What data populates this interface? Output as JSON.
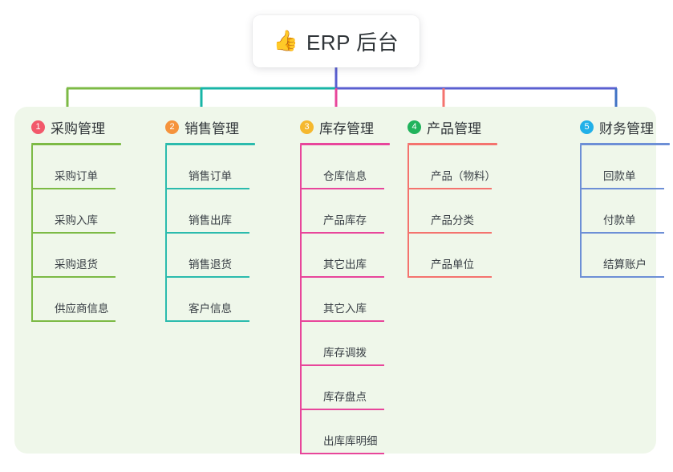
{
  "root": {
    "icon": "thumbs-up-icon",
    "icon_glyph": "👍",
    "title": "ERP 后台"
  },
  "palette": {
    "panel_bg": "#eff7ea",
    "page_bg": "#ffffff",
    "bus_left": "#7cba45",
    "bus_mid": "#17b5a6",
    "bus_right": "#5a5fd0",
    "text": "#2f3438"
  },
  "columns": [
    {
      "number": "1",
      "title": "采购管理",
      "badge_color": "#f2596b",
      "line_color": "#7cba45",
      "items": [
        {
          "label": "采购订单"
        },
        {
          "label": "采购入库"
        },
        {
          "label": "采购退货"
        },
        {
          "label": "供应商信息"
        }
      ]
    },
    {
      "number": "2",
      "title": "销售管理",
      "badge_color": "#f5933c",
      "line_color": "#2bbbad",
      "items": [
        {
          "label": "销售订单"
        },
        {
          "label": "销售出库"
        },
        {
          "label": "销售退货"
        },
        {
          "label": "客户信息"
        }
      ]
    },
    {
      "number": "3",
      "title": "库存管理",
      "badge_color": "#f5b82e",
      "line_color": "#e martinez",
      "items": [
        {
          "label": "仓库信息"
        },
        {
          "label": "产品库存"
        },
        {
          "label": "其它出库"
        },
        {
          "label": "其它入库"
        },
        {
          "label": "库存调拨"
        },
        {
          "label": "库存盘点"
        },
        {
          "label": "出库库明细"
        }
      ]
    },
    {
      "number": "4",
      "title": "产品管理",
      "badge_color": "#21b35c",
      "line_color": "#f4736e",
      "items": [
        {
          "label": "产品（物料）"
        },
        {
          "label": "产品分类"
        },
        {
          "label": "产品单位"
        }
      ]
    },
    {
      "number": "5",
      "title": "财务管理",
      "badge_color": "#21b0e8",
      "line_color": "#6d8fd6",
      "items": [
        {
          "label": "回款单"
        },
        {
          "label": "付款单"
        },
        {
          "label": "结算账户"
        }
      ]
    }
  ],
  "connectors": {
    "drop_colors": [
      "#7cba45",
      "#17b5a6",
      "#e8469b",
      "#f4736e",
      "#3f72c4"
    ],
    "stem_color": "#5a5fd0"
  }
}
